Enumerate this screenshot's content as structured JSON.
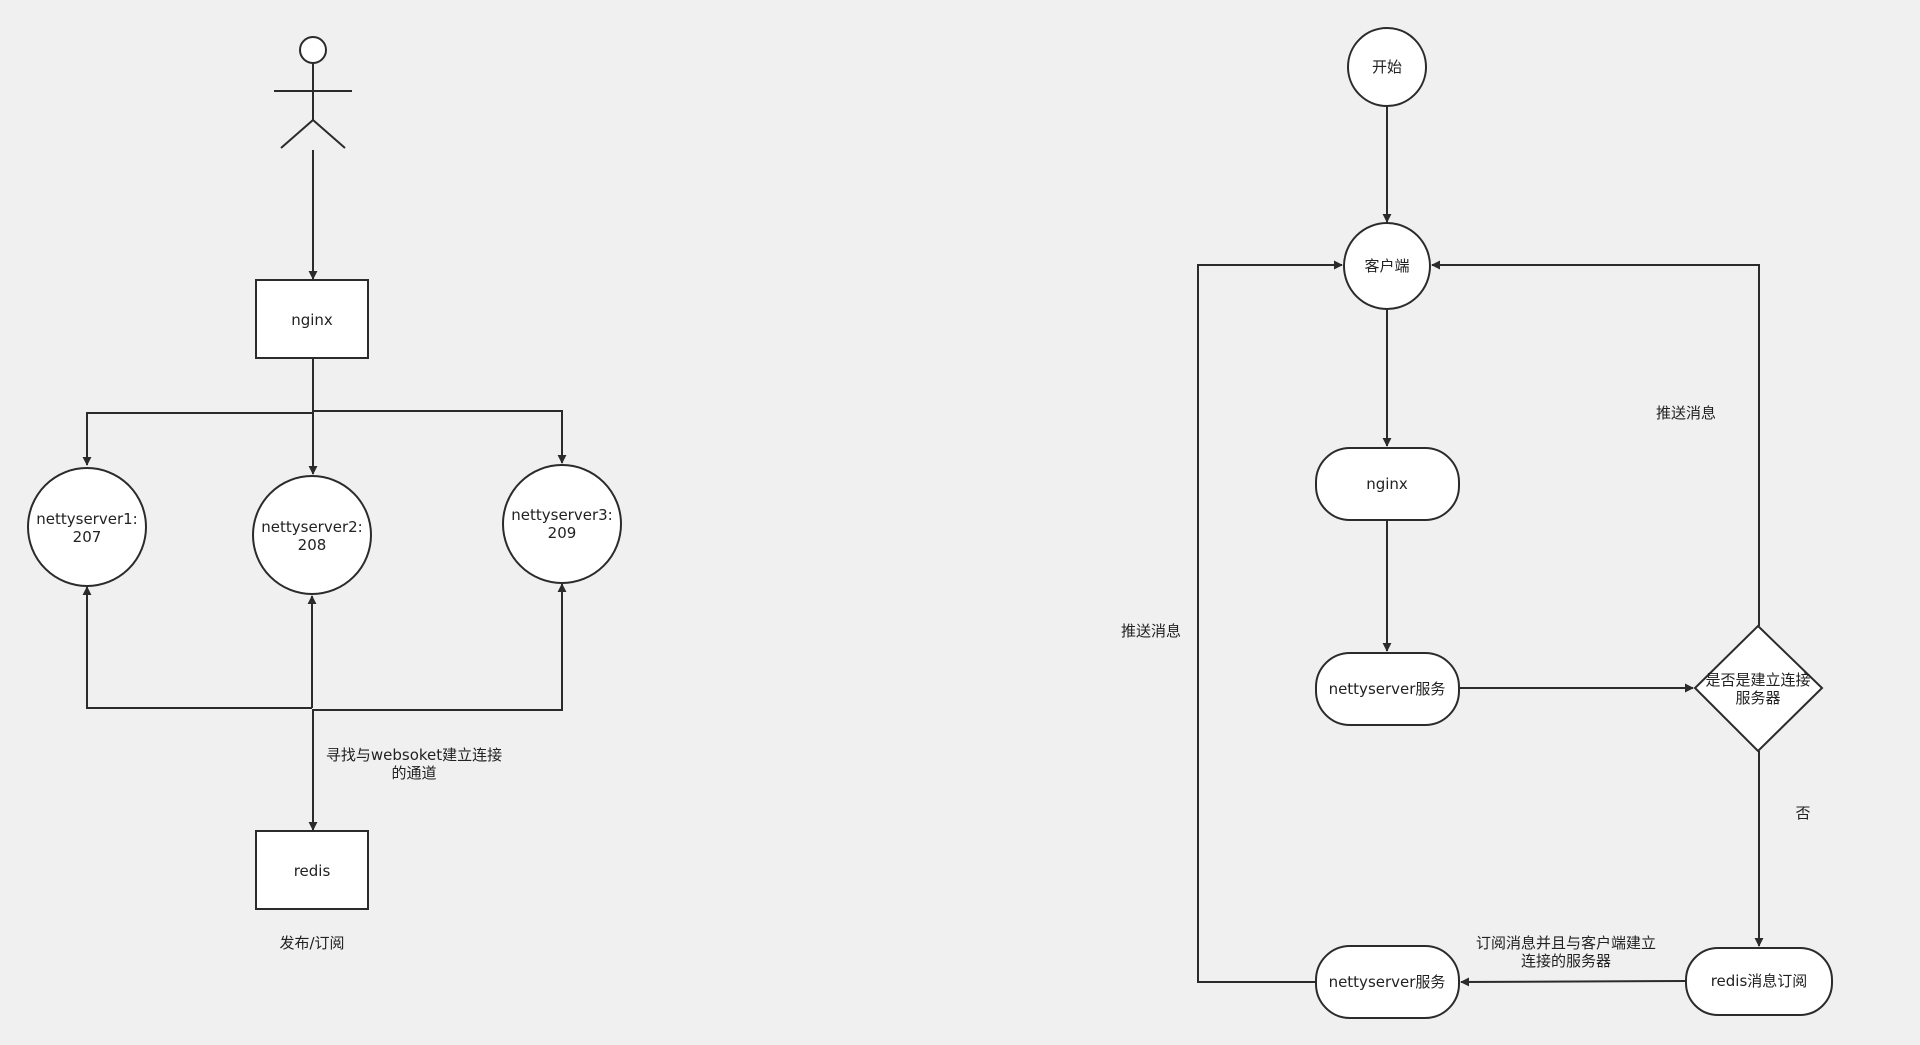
{
  "left_diagram": {
    "actor": "",
    "nginx": "nginx",
    "servers": [
      {
        "line1": "nettyserver1:",
        "line2": "207"
      },
      {
        "line1": "nettyserver2:",
        "line2": "208"
      },
      {
        "line1": "nettyserver3:",
        "line2": "209"
      }
    ],
    "redis": "redis",
    "edge_label_line1": "寻找与websoket建立连接",
    "edge_label_line2": "的通道",
    "redis_caption": "发布/订阅"
  },
  "right_diagram": {
    "start": "开始",
    "client": "客户端",
    "nginx": "nginx",
    "netty_service": "nettyserver服务",
    "decision_line1": "是否是建立连接",
    "decision_line2": "服务器",
    "no_label": "否",
    "redis_subscribe": "redis消息订阅",
    "netty_service_2": "nettyserver服务",
    "push_left": "推送消息",
    "push_right": "推送消息",
    "subscribe_label_line1": "订阅消息并且与客户端建立",
    "subscribe_label_line2": "连接的服务器"
  }
}
